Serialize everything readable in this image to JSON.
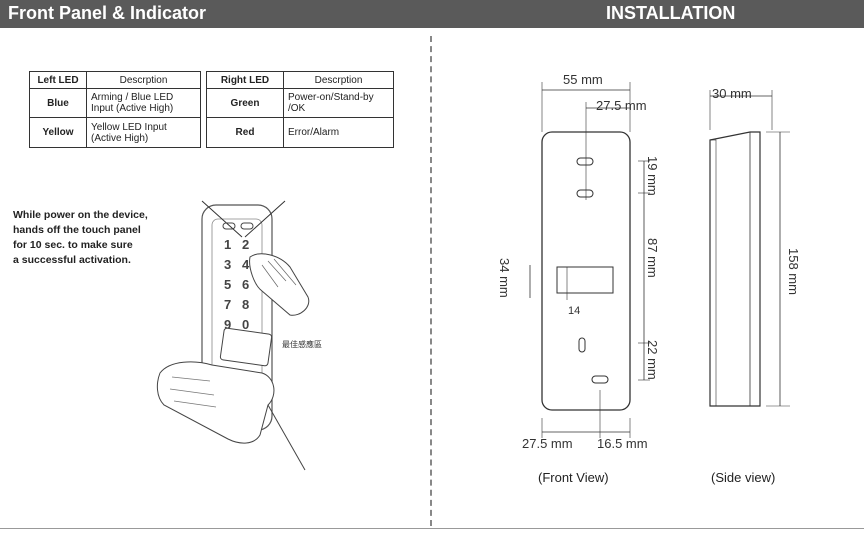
{
  "header": {
    "left_title": "Front Panel & Indicator",
    "right_title": "INSTALLATION"
  },
  "left_table": {
    "headers": [
      "Left LED",
      "Descrption"
    ],
    "rows": [
      {
        "color": "Blue",
        "desc_line1": "Arming / Blue LED",
        "desc_line2": "Input (Active High)"
      },
      {
        "color": "Yellow",
        "desc_line1": "Yellow LED Input",
        "desc_line2": "(Active High)"
      }
    ]
  },
  "right_table": {
    "headers": [
      "Right LED",
      "Descrption"
    ],
    "rows": [
      {
        "color": "Green",
        "desc_line1": "Power-on/Stand-by",
        "desc_line2": "/OK"
      },
      {
        "color": "Red",
        "desc_line1": "Error/Alarm",
        "desc_line2": ""
      }
    ]
  },
  "instruction": {
    "line1": "While power on the device,",
    "line2": "hands off the touch panel",
    "line3_pre": "for ",
    "line3_bold": "10 sec.",
    "line3_post": " to make sure",
    "line4": "a successful activation."
  },
  "keypad": {
    "keys": [
      "1",
      "2",
      "3",
      "4",
      "5",
      "6",
      "7",
      "8",
      "9",
      "0",
      "*",
      "#"
    ],
    "card_label": "最佳感應區"
  },
  "front_view": {
    "width": "55 mm",
    "half_width": "27.5 mm",
    "top_spacing": "19 mm",
    "mid_spacing": "87 mm",
    "bottom_spacing": "22 mm",
    "window_height": "34 mm",
    "window_offset": "14",
    "bottom_left": "27.5 mm",
    "bottom_right": "16.5 mm",
    "caption": "(Front View)"
  },
  "side_view": {
    "depth": "30 mm",
    "height": "158 mm",
    "caption": "(Side view)"
  }
}
